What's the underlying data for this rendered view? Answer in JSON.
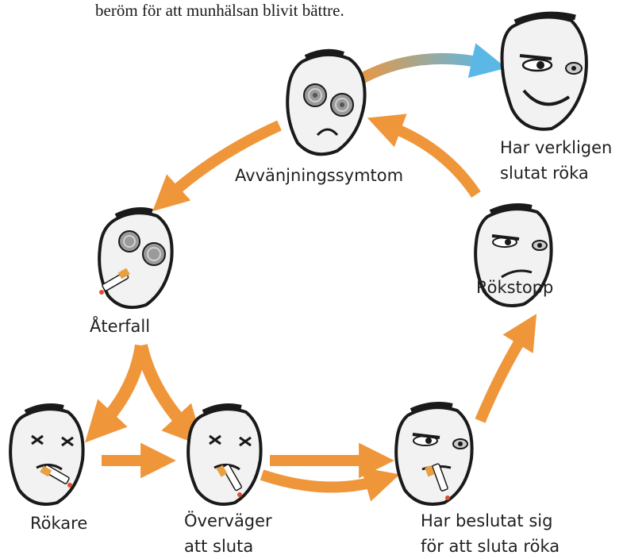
{
  "header_text": "beröm för att munhälsan blivit bättre.",
  "colors": {
    "arrow": "#f0963a",
    "arrow_success": "#5bb8e6",
    "face_fill": "#f2f2f2",
    "outline": "#1a1a1a"
  },
  "stages": {
    "avvanjning": {
      "lines": [
        "Avvänjningssymtom"
      ],
      "icon": "dizzy-tooth-icon"
    },
    "slutat": {
      "lines": [
        "Har verkligen",
        "slutat röka"
      ],
      "icon": "smiling-tooth-icon"
    },
    "aterfall": {
      "lines": [
        "Återfall"
      ],
      "icon": "relapse-tooth-icon"
    },
    "rokstopp": {
      "lines": [
        "Rökstopp"
      ],
      "icon": "determined-tooth-icon"
    },
    "rokare": {
      "lines": [
        "Rökare"
      ],
      "icon": "smoker-tooth-icon"
    },
    "overvager": {
      "lines": [
        "Överväger",
        "att sluta"
      ],
      "icon": "smoker-tooth-icon"
    },
    "beslutat": {
      "lines": [
        "Har beslutat sig",
        "för att sluta röka"
      ],
      "icon": "deciding-tooth-icon"
    }
  }
}
